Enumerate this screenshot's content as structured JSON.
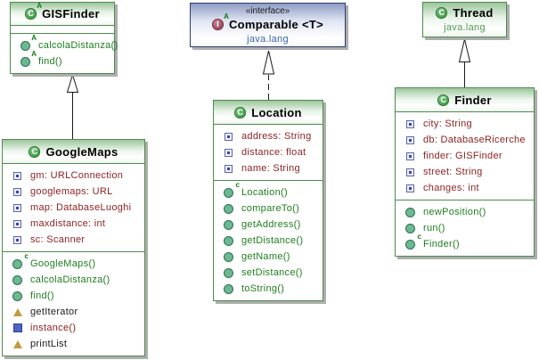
{
  "diagram": {
    "background": "#ffffff",
    "accent_class_border": "#4e8b4e",
    "accent_interface_border": "#2e3c6e",
    "field_text_color": "#8b1f1f",
    "method_text_color": "#1f7d1f"
  },
  "icons": {
    "class_glyph": "C",
    "interface_glyph": "I",
    "abstract_sup": "A",
    "constructor_sup": "c"
  },
  "classes": [
    {
      "name": "GISFinder",
      "kind": "abstract class",
      "fields": [],
      "methods": [
        {
          "label": "calcolaDistanza()"
        },
        {
          "label": "find()"
        }
      ]
    },
    {
      "stereotype": "«interface»",
      "name": "Comparable <T>",
      "package": "java.lang",
      "kind": "interface"
    },
    {
      "name": "Thread",
      "package": "java.lang",
      "kind": "class"
    },
    {
      "name": "GoogleMaps",
      "kind": "class",
      "fields": [
        {
          "label": "gm: URLConnection"
        },
        {
          "label": "googlemaps: URL"
        },
        {
          "label": "map: DatabaseLuoghi"
        },
        {
          "label": "maxdistance: int"
        },
        {
          "label": "sc: Scanner"
        }
      ],
      "methods": [
        {
          "label": "GoogleMaps()"
        },
        {
          "label": "calcolaDistanza()"
        },
        {
          "label": "find()"
        },
        {
          "label": "getIterator"
        },
        {
          "label": "instance()"
        },
        {
          "label": "printList"
        }
      ]
    },
    {
      "name": "Location",
      "kind": "class",
      "fields": [
        {
          "label": "address: String"
        },
        {
          "label": "distance: float"
        },
        {
          "label": "name: String"
        }
      ],
      "methods": [
        {
          "label": "Location()"
        },
        {
          "label": "compareTo()"
        },
        {
          "label": "getAddress()"
        },
        {
          "label": "getDistance()"
        },
        {
          "label": "getName()"
        },
        {
          "label": "setDistance()"
        },
        {
          "label": "toString()"
        }
      ]
    },
    {
      "name": "Finder",
      "kind": "class",
      "fields": [
        {
          "label": "city: String"
        },
        {
          "label": "db: DatabaseRicerche"
        },
        {
          "label": "finder: GISFinder"
        },
        {
          "label": "street: String"
        },
        {
          "label": "changes: int"
        }
      ],
      "methods": [
        {
          "label": "newPosition()"
        },
        {
          "label": "run()"
        },
        {
          "label": "Finder()"
        }
      ]
    }
  ],
  "relations": [
    {
      "type": "generalization",
      "from": "GoogleMaps",
      "to": "GISFinder",
      "line": "solid"
    },
    {
      "type": "realization",
      "from": "Location",
      "to": "Comparable",
      "line": "dashed"
    },
    {
      "type": "generalization",
      "from": "Finder",
      "to": "Thread",
      "line": "solid"
    }
  ]
}
